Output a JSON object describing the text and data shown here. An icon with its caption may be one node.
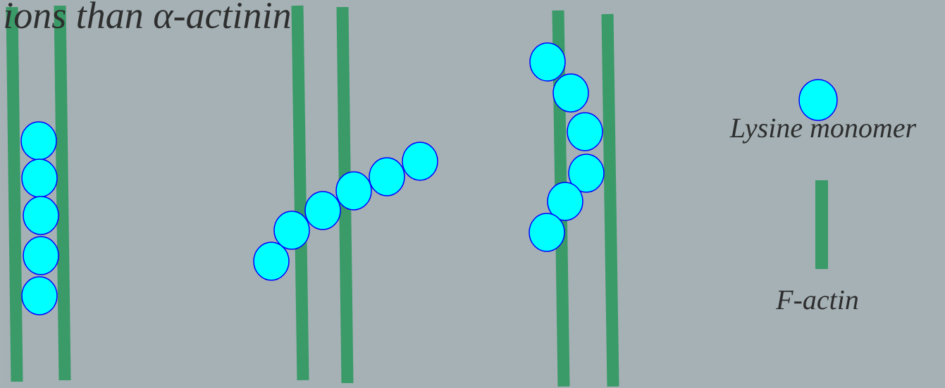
{
  "diagram": {
    "labels": [
      "ions than α-actinin"
    ],
    "legend": [
      {
        "text": "Lysine monomer"
      },
      {
        "text": "F-actin"
      }
    ]
  }
}
